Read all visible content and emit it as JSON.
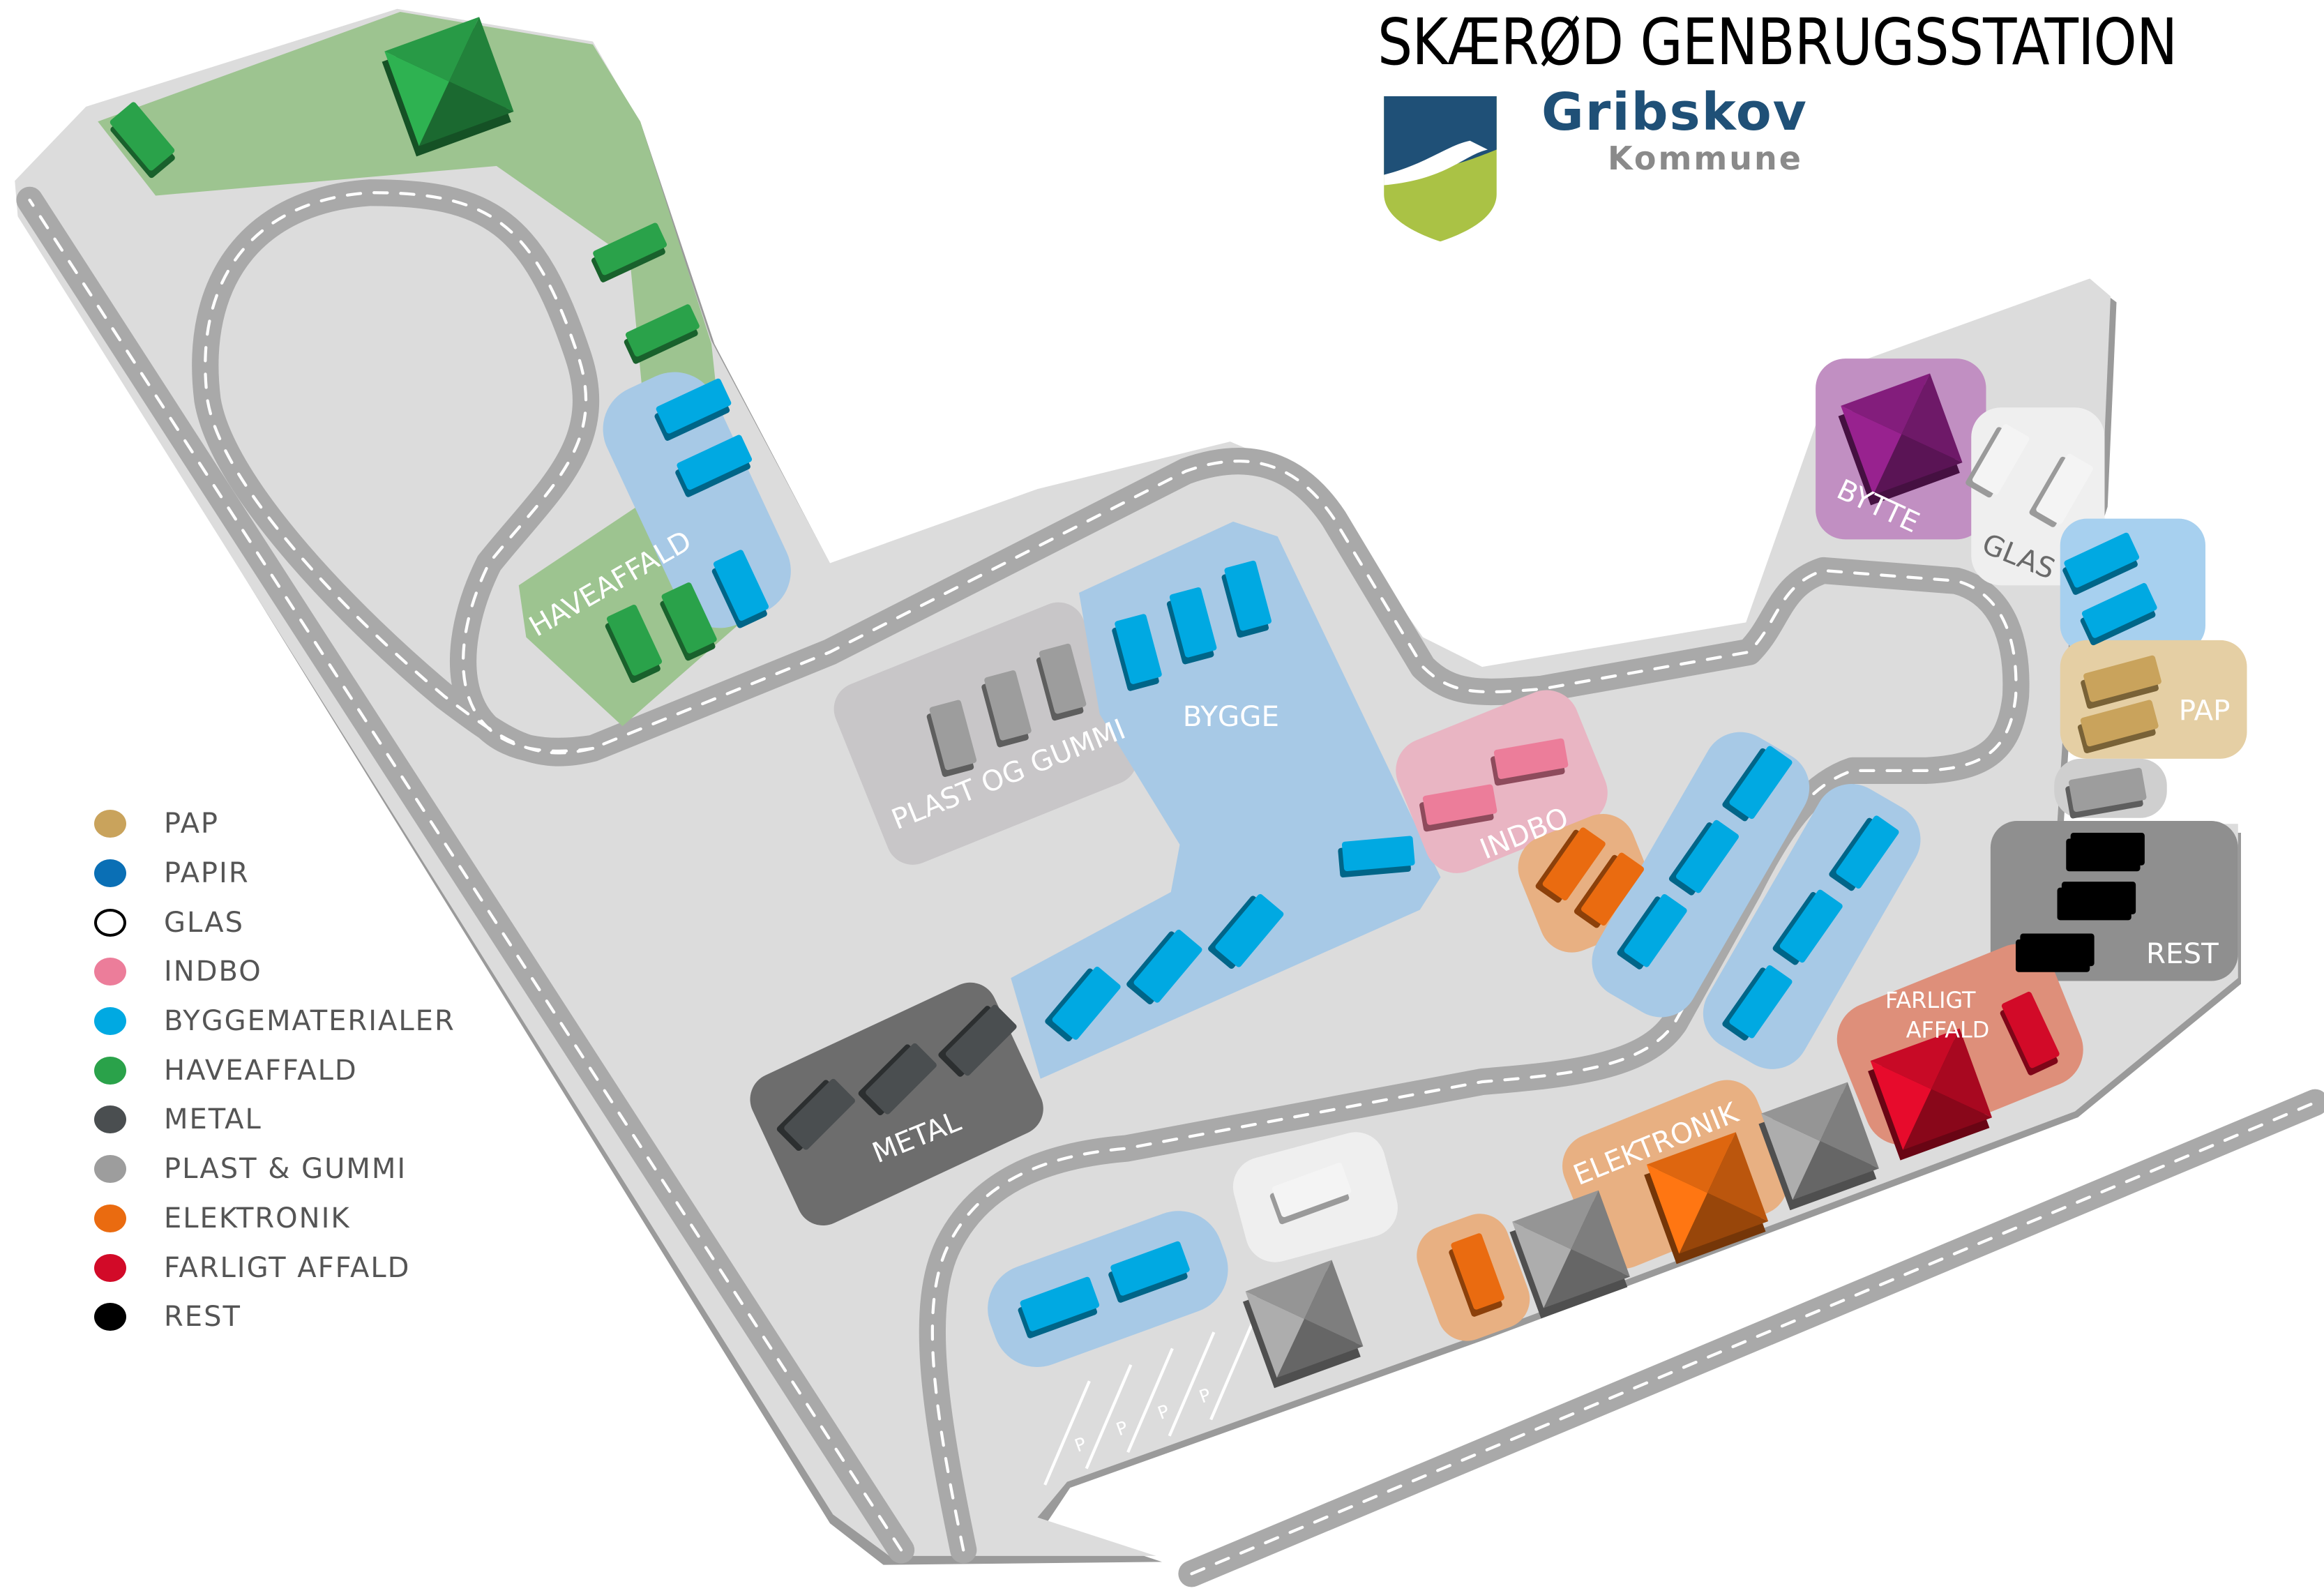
{
  "title": "SKÆRØD GENBRUGSSTATION",
  "logo": {
    "name": "Gribskov",
    "sub": "Kommune",
    "colors": {
      "blue": "#1f5077",
      "green": "#aac245"
    }
  },
  "legend": [
    {
      "label": "PAP",
      "color": "#c9a35c"
    },
    {
      "label": "PAPIR",
      "color": "#0a6fb5"
    },
    {
      "label": "GLAS",
      "color": "#ffffff"
    },
    {
      "label": "INDBO",
      "color": "#ec7d9a"
    },
    {
      "label": "BYGGEMATERIALER",
      "color": "#00a9e2"
    },
    {
      "label": "HAVEAFFALD",
      "color": "#2aa24a"
    },
    {
      "label": "METAL",
      "color": "#4a4e50"
    },
    {
      "label": "PLAST & GUMMI",
      "color": "#9d9d9d"
    },
    {
      "label": "ELEKTRONIK",
      "color": "#ea6b10"
    },
    {
      "label": "FARLIGT AFFALD",
      "color": "#d20a28"
    },
    {
      "label": "REST",
      "color": "#000000"
    }
  ],
  "zones": {
    "haveaffald": "HAVEAFFALD",
    "plast": "PLAST OG GUMMI",
    "bygge": "BYGGE",
    "indbo": "INDBO",
    "metal": "METAL",
    "bytte": "BYTTE",
    "glas": "GLAS",
    "pap": "PAP",
    "rest": "REST",
    "farligt1": "FARLIGT",
    "farligt2": "AFFALD",
    "elektronik": "ELEKTRONIK"
  },
  "parking": {
    "label": "P"
  }
}
